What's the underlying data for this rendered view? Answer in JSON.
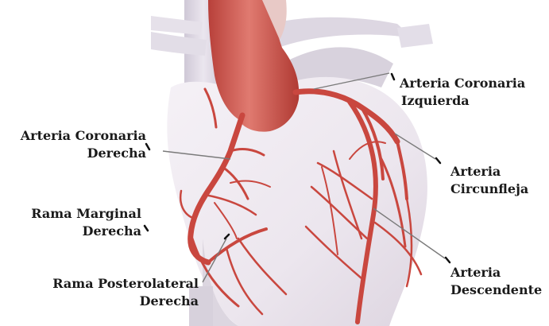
{
  "labels": {
    "left_coronary": {
      "line1": "Arteria Coronaria",
      "line2": "Izquierda"
    },
    "right_coronary": {
      "line1": "Arteria Coronaria",
      "line2": "Derecha"
    },
    "circumflex": {
      "line1": "Arteria",
      "line2": "Circunfleja"
    },
    "right_marginal": {
      "line1": "Rama Marginal",
      "line2": "Derecha"
    },
    "descending": {
      "line1": "Arteria",
      "line2": "Descendente"
    },
    "right_posterolateral": {
      "line1": "Rama Posterolateral",
      "line2": "Derecha"
    }
  },
  "colors": {
    "artery": "#c9473f",
    "artery_dark": "#a8322b",
    "heart_body": "#eee8ef",
    "vessels": "#d9d3df",
    "leader_line": "#7a7a7a"
  }
}
